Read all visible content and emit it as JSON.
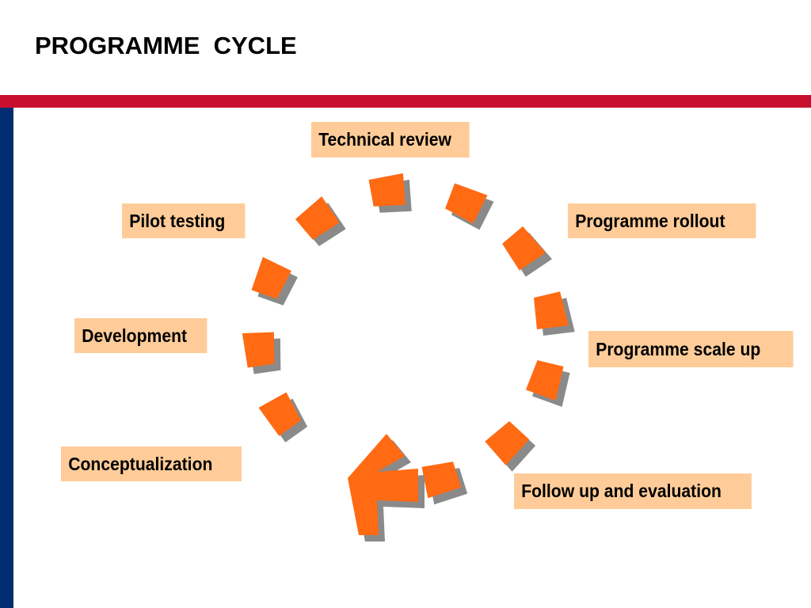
{
  "slide": {
    "title": "PROGRAMME  CYCLE"
  },
  "colors": {
    "accent_red": "#c8102e",
    "accent_blue": "#002d72",
    "label_fill": "#ffcc99",
    "segment_orange": "#ff6a13",
    "segment_shadow": "#8a8a8a"
  },
  "stages": {
    "technical_review": "Technical review",
    "programme_rollout": "Programme rollout",
    "programme_scale_up": "Programme scale up",
    "follow_up_evaluation": "Follow up and evaluation",
    "conceptualization": "Conceptualization",
    "development": "Development",
    "pilot_testing": "Pilot testing"
  }
}
